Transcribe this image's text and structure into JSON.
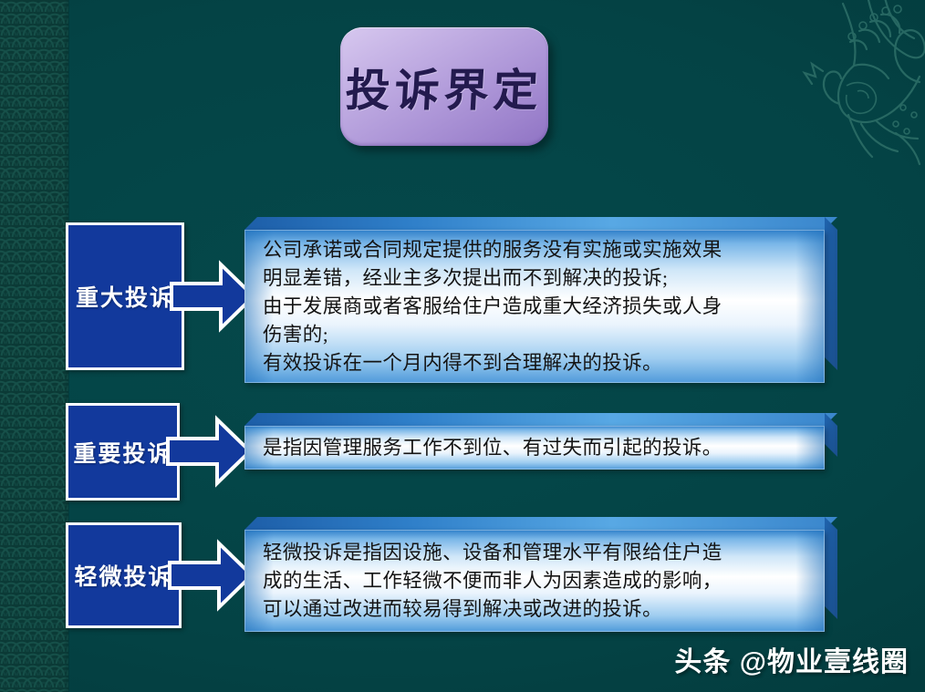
{
  "slide": {
    "title": "投诉界定",
    "background_color": "#044345",
    "accent_color": "#12399c",
    "title_plaque_color": "#b49ddc"
  },
  "rows": [
    {
      "label": "重大投诉",
      "lines": [
        "公司承诺或合同规定提供的服务没有实施或实施效果",
        "明显差错，经业主多次提出而不到解决的投诉;",
        "由于发展商或者客服给住户造成重大经济损失或人身",
        "伤害的;",
        "有效投诉在一个月内得不到合理解决的投诉。"
      ]
    },
    {
      "label": "重要投诉",
      "lines": [
        "是指因管理服务工作不到位、有过失而引起的投诉。"
      ]
    },
    {
      "label": "轻微投诉",
      "lines": [
        "轻微投诉是指因设施、设备和管理水平有限给住户造",
        "成的生活、工作轻微不便而非人为因素造成的影响，",
        "可以通过改进而较易得到解决或改进的投诉。"
      ]
    }
  ],
  "watermark": {
    "text": "头条 @物业壹线圈"
  },
  "decoration": {
    "band_name": "seigaiha-wave-pattern",
    "motif_name": "phoenix-line-art"
  }
}
